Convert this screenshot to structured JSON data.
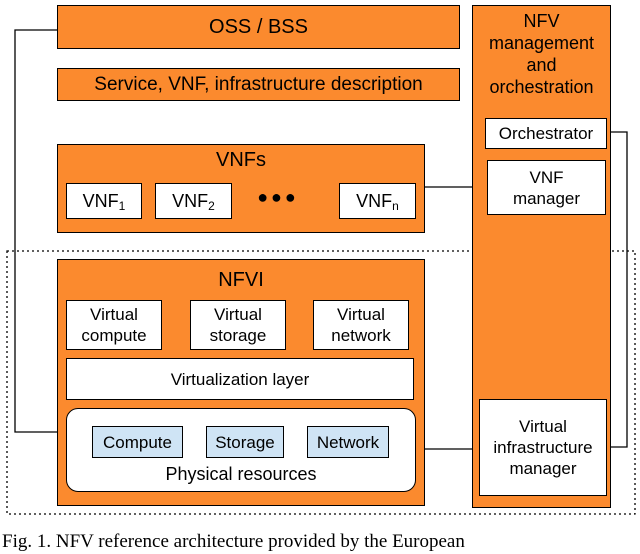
{
  "diagram": {
    "oss_bss": "OSS / BSS",
    "description": "Service, VNF, infrastructure description",
    "vnfs": {
      "title": "VNFs",
      "items": [
        {
          "base": "VNF",
          "sub": "1"
        },
        {
          "base": "VNF",
          "sub": "2"
        },
        {
          "base": "VNF",
          "sub": "n"
        }
      ],
      "ellipsis": "●●●"
    },
    "nfv_mano": {
      "title_lines": [
        "NFV",
        "management",
        "and",
        "orchestration"
      ],
      "orchestrator": "Orchestrator",
      "vnf_manager_lines": [
        "VNF",
        "manager"
      ],
      "vim_lines": [
        "Virtual",
        "infrastructure",
        "manager"
      ]
    },
    "nfvi": {
      "title": "NFVI",
      "virtual_compute_lines": [
        "Virtual",
        "compute"
      ],
      "virtual_storage_lines": [
        "Virtual",
        "storage"
      ],
      "virtual_network_lines": [
        "Virtual",
        "network"
      ],
      "virtualization_layer": "Virtualization layer",
      "physical": {
        "compute": "Compute",
        "storage": "Storage",
        "network": "Network",
        "label": "Physical resources"
      }
    }
  },
  "caption": "Fig. 1. NFV reference architecture provided by the European"
}
